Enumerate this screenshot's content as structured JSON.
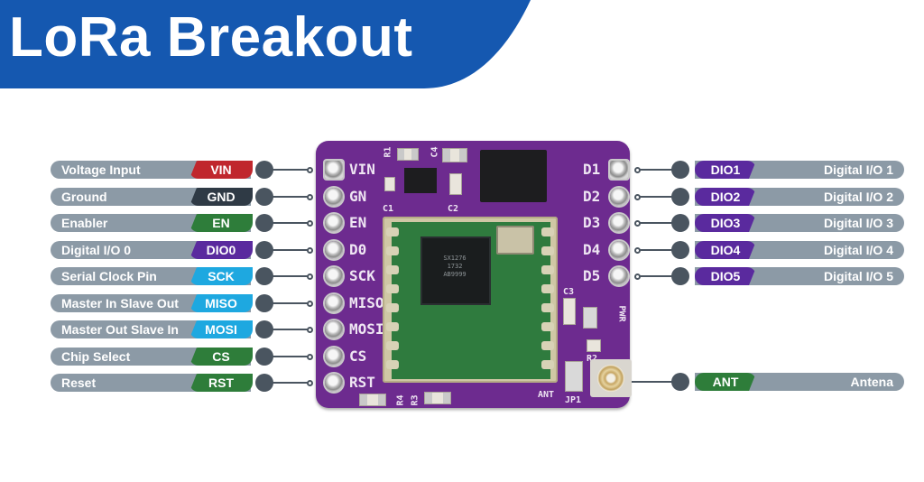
{
  "title": "LoRa Breakout",
  "colors": {
    "banner": "#1558b0",
    "desc_pill": "#8c9aa6",
    "board": "#6d2b8f",
    "power": "#c0272d",
    "ground": "#2f3a45",
    "control": "#2e7d3a",
    "digital": "#5a2a9e",
    "spi": "#1ea8e0"
  },
  "left_pins": [
    {
      "desc": "Voltage Input",
      "tag": "VIN",
      "color": "#c0272d",
      "silk": "VIN"
    },
    {
      "desc": "Ground",
      "tag": "GND",
      "color": "#2f3a45",
      "silk": "GN"
    },
    {
      "desc": "Enabler",
      "tag": "EN",
      "color": "#2e7d3a",
      "silk": "EN"
    },
    {
      "desc": "Digital I/O 0",
      "tag": "DIO0",
      "color": "#5a2a9e",
      "silk": "D0"
    },
    {
      "desc": "Serial Clock Pin",
      "tag": "SCK",
      "color": "#1ea8e0",
      "silk": "SCK"
    },
    {
      "desc": "Master In Slave Out",
      "tag": "MISO",
      "color": "#1ea8e0",
      "silk": "MISO"
    },
    {
      "desc": "Master Out Slave In",
      "tag": "MOSI",
      "color": "#1ea8e0",
      "silk": "MOSI"
    },
    {
      "desc": "Chip Select",
      "tag": "CS",
      "color": "#2e7d3a",
      "silk": "CS"
    },
    {
      "desc": "Reset",
      "tag": "RST",
      "color": "#2e7d3a",
      "silk": "RST"
    }
  ],
  "right_pins": [
    {
      "desc": "Digital I/O 1",
      "tag": "DIO1",
      "color": "#5a2a9e",
      "silk": "D1"
    },
    {
      "desc": "Digital I/O 2",
      "tag": "DIO2",
      "color": "#5a2a9e",
      "silk": "D2"
    },
    {
      "desc": "Digital I/O 3",
      "tag": "DIO3",
      "color": "#5a2a9e",
      "silk": "D3"
    },
    {
      "desc": "Digital I/O 4",
      "tag": "DIO4",
      "color": "#5a2a9e",
      "silk": "D4"
    },
    {
      "desc": "Digital I/O 5",
      "tag": "DIO5",
      "color": "#5a2a9e",
      "silk": "D5"
    }
  ],
  "antenna": {
    "desc": "Antena",
    "tag": "ANT",
    "color": "#2e7d3a"
  },
  "board_labels": {
    "r1": "R1",
    "c4": "C4",
    "c1": "C1",
    "c2": "C2",
    "c3": "C3",
    "r2": "R2",
    "r3": "R3",
    "r4": "R4",
    "pwr": "PWR",
    "ant": "ANT",
    "jp1": "JP1"
  },
  "chip_text": "SX1276\n1732\nAB9999"
}
